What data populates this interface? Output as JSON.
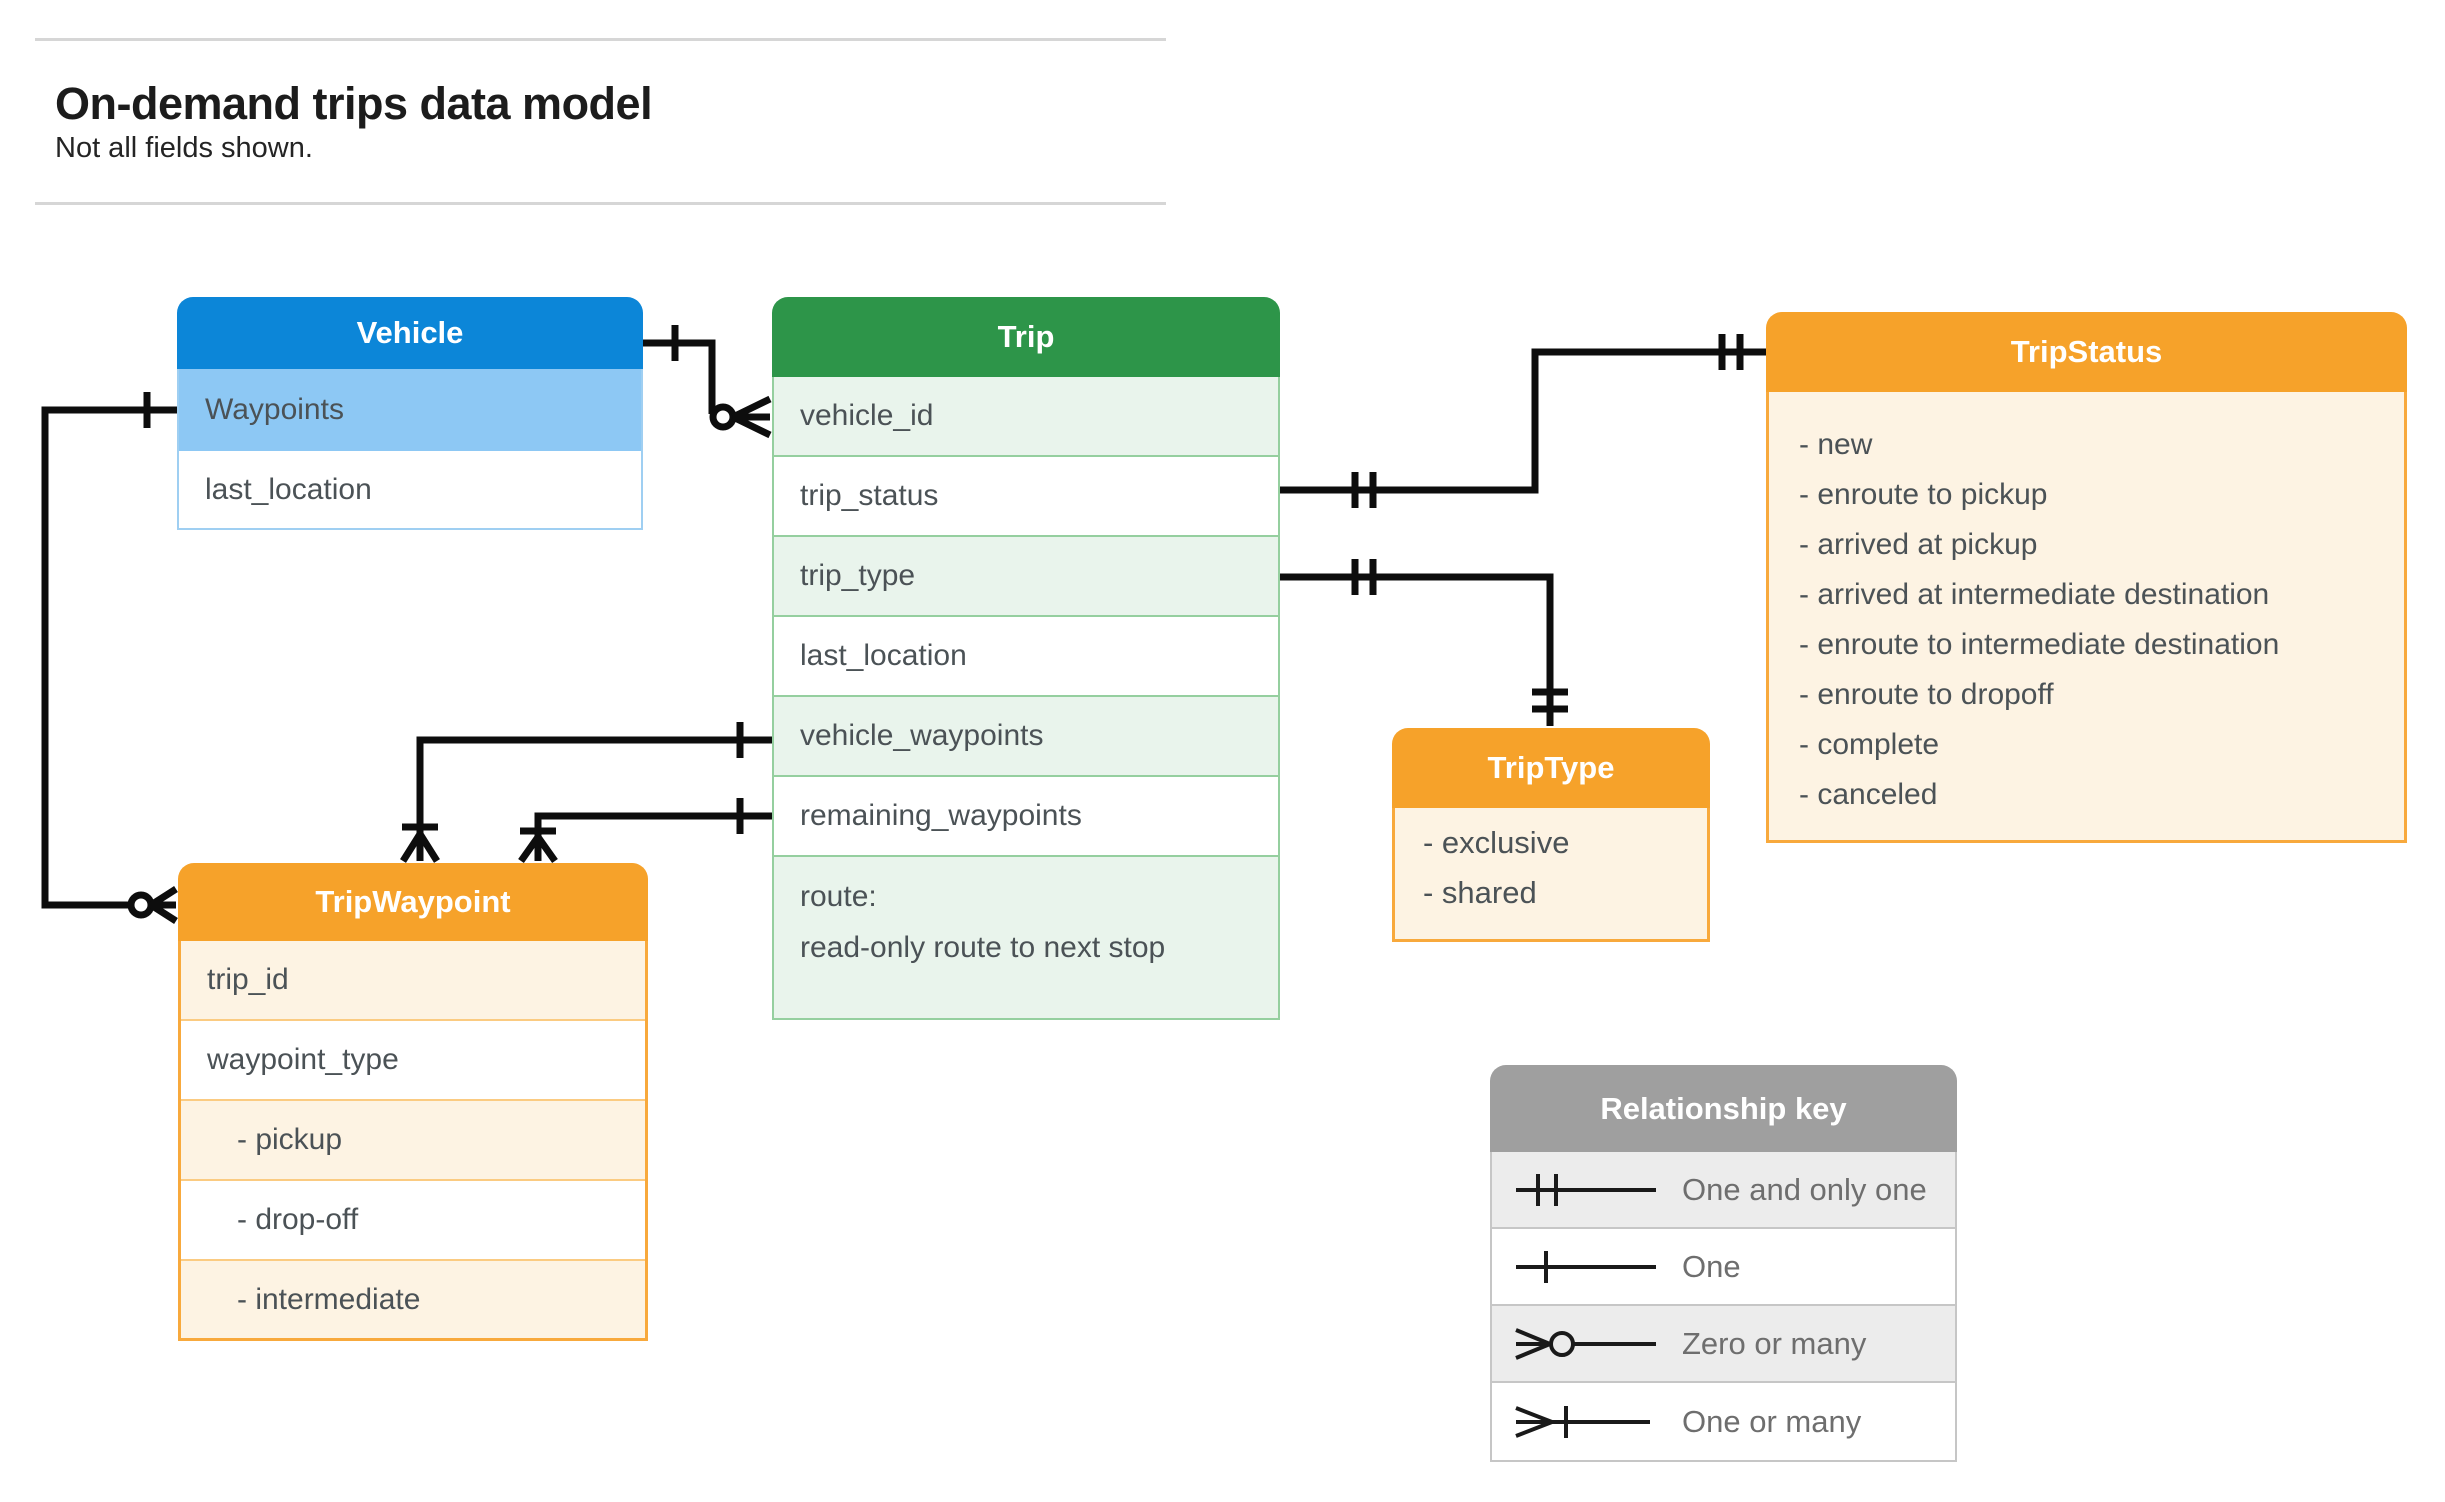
{
  "page": {
    "title": "On-demand trips data model",
    "subtitle": "Not all fields shown."
  },
  "colors": {
    "vehicle_header": "#0c86d8",
    "vehicle_highlight_row": "#8dc8f4",
    "trip_header": "#2d9549",
    "trip_alt_row": "#e9f4ec",
    "orange_header": "#f6a22a",
    "orange_body": "#fdf3e3",
    "legend_header": "#9f9f9f",
    "legend_alt_row": "#ececec",
    "wire": "#0d0d0d",
    "row_text": "#4b5256"
  },
  "entities": {
    "vehicle": {
      "title": "Vehicle",
      "fields": {
        "waypoints": "Waypoints",
        "last_location": "last_location"
      }
    },
    "trip": {
      "title": "Trip",
      "fields": {
        "vehicle_id": "vehicle_id",
        "trip_status": "trip_status",
        "trip_type": "trip_type",
        "last_location": "last_location",
        "vehicle_waypoints": "vehicle_waypoints",
        "remaining_waypoints": "remaining_waypoints",
        "route_line1": "route:",
        "route_line2": "read-only route to next stop"
      }
    },
    "trip_status": {
      "title": "TripStatus",
      "values": [
        "- new",
        "- enroute to pickup",
        "- arrived at pickup",
        "- arrived at intermediate destination",
        "- enroute to intermediate destination",
        "- enroute to dropoff",
        "- complete",
        "- canceled"
      ]
    },
    "trip_type": {
      "title": "TripType",
      "values": [
        "- exclusive",
        "- shared"
      ]
    },
    "trip_waypoint": {
      "title": "TripWaypoint",
      "fields": {
        "trip_id": "trip_id",
        "waypoint_type": "waypoint_type"
      },
      "values": [
        "- pickup",
        "- drop-off",
        "- intermediate"
      ]
    }
  },
  "legend": {
    "title": "Relationship key",
    "items": [
      {
        "symbol": "one-and-only-one",
        "label": "One and only one"
      },
      {
        "symbol": "one",
        "label": "One"
      },
      {
        "symbol": "zero-or-many",
        "label": "Zero or many"
      },
      {
        "symbol": "one-or-many",
        "label": "One or many"
      }
    ]
  }
}
